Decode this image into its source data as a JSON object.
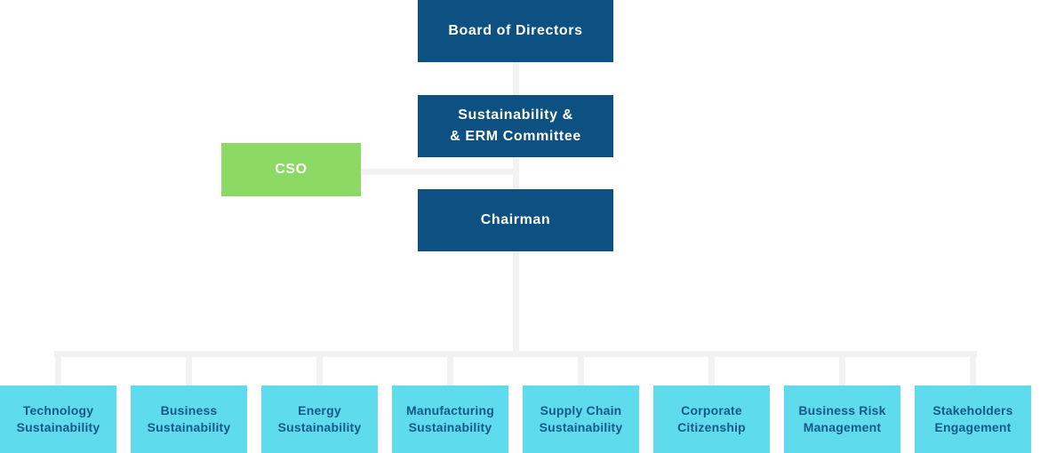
{
  "colors": {
    "dark_blue": "#0d5183",
    "green": "#8cd964",
    "cyan": "#5edcee",
    "connector_gray": "#f2f2f2",
    "text_white": "#ffffff",
    "text_on_cyan": "#175889"
  },
  "nodes": {
    "board": {
      "label": "Board of Directors"
    },
    "committee": {
      "line1": "Sustainability &",
      "line2": "& ERM Committee"
    },
    "cso": {
      "label": "CSO"
    },
    "chairman": {
      "label": "Chairman"
    }
  },
  "departments": [
    {
      "line1": "Technology",
      "line2": "Sustainability"
    },
    {
      "line1": "Business",
      "line2": "Sustainability"
    },
    {
      "line1": "Energy",
      "line2": "Sustainability"
    },
    {
      "line1": "Manufacturing",
      "line2": "Sustainability"
    },
    {
      "line1": "Supply Chain",
      "line2": "Sustainability"
    },
    {
      "line1": "Corporate",
      "line2": "Citizenship"
    },
    {
      "line1": "Business Risk",
      "line2": "Management"
    },
    {
      "line1": "Stakeholders",
      "line2": "Engagement"
    }
  ]
}
